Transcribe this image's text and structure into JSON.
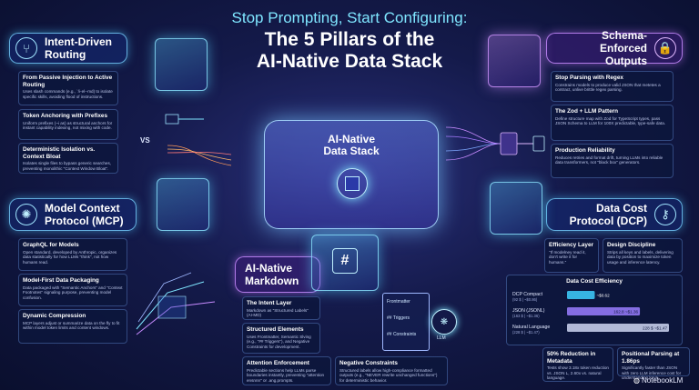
{
  "title": {
    "line1": "Stop Prompting, Start Configuring:",
    "line2a": "The 5 Pillars of the",
    "line2b": "AI-Native Data Stack"
  },
  "center": {
    "label_line1": "AI-Native",
    "label_line2": "Data Stack"
  },
  "pillars": {
    "routing": {
      "title_line1": "Intent-Driven",
      "title_line2": "Routing",
      "icon": "branch-icon",
      "cards": [
        {
          "h": "From Passive Injection to Active Routing",
          "b": "Uses slash commands (e.g., `/i-el--md) to isolate specific skills, avoiding flood of instructions."
        },
        {
          "h": "Token Anchoring with Prefixes",
          "b": "Uniform prefixes (~i as) as structural anchors for instant capability indexing, not mixing with code."
        },
        {
          "h": "Deterministic Isolation vs. Context Bloat",
          "b": "Isolates single files to bypass generic searches, preventing monolithic \"Context Window Bloat\"."
        }
      ],
      "vs": "VS"
    },
    "schema": {
      "title_line1": "Schema-Enforced",
      "title_line2": "Outputs",
      "icon": "lock-icon",
      "cards": [
        {
          "h": "Stop Parsing with Regex",
          "b": "Constrains models to produce valid JSON that metetes a contract, unlive brittle regex parsing."
        },
        {
          "h": "The Zod + LLM Pattern",
          "b": "Define structure map with Zod for TypeScript types, pass JSON Schema to LLM for 100X predictable, type-safe data."
        },
        {
          "h": "Production Reliability",
          "b": "Reduces retries and format drift, turning LLMs into reliable data transformers, not \"black box\" generators."
        }
      ]
    },
    "mcp": {
      "title_line1": "Model Context",
      "title_line2": "Protocol (MCP)",
      "icon": "network-icon",
      "cards": [
        {
          "h": "GraphQL for Models",
          "b": "Open standard, developed by Anthropic, organizes data statistically for how LLMs \"think\", not how humans read."
        },
        {
          "h": "Model-First Data Packaging",
          "b": "Data packaged with \"Semantic Anchors\" and \"Context Footnotes\" signaling purpose, preventing model confusion."
        },
        {
          "h": "Dynamic Compression",
          "b": "MCP layers adjust or summarize data on the fly to fit within model token limits and content windows."
        }
      ]
    },
    "dcp": {
      "title_line1": "Data Cost",
      "title_line2": "Protocol (DCP)",
      "icon": "key-icon",
      "cards": [
        {
          "h": "Efficiency Layer",
          "b": "\"If modelney read it, don't write it for humans.\""
        },
        {
          "h": "Design Discipline",
          "b": "Strips all keys and labels, delivering data by position to maximize token usage and inference latency."
        },
        {
          "h": "50% Reduction in Metadata",
          "b": "Tests show 3.18x token reduction vs. JSON L, 2.60x vs. natural language."
        },
        {
          "h": "Positional Parsing at 1.86ps",
          "b": "Significantly faster than JSON with zero LLM inference cost for understanding keys."
        }
      ],
      "chart_title": "Data Cost Efficiency"
    },
    "markdown": {
      "title_line1": "AI-Native",
      "title_line2": "Markdown",
      "icon": "hash-icon",
      "cards": [
        {
          "h": "The Intent Layer",
          "b": "Markdown as \"Structured Labels\" (AI-MD)"
        },
        {
          "h": "Structured Elements",
          "b": "Uses Frontmatter, Semantic Slving (e.g., \"## Triggers\"), and Negative Constraints for development."
        },
        {
          "h": "Attention Enforcement",
          "b": "Predictable sections help LLMs parse boundaries instantly, preventing \"attention ensnnn\" or .ang.prompts."
        },
        {
          "h": "Negative Constraints",
          "b": "Structured labels allow high-compliance formatted outputs (e.g., \"NEVER rewrite unchanged functions\") for deterministic behavior."
        }
      ],
      "doc_labels": [
        "Frontmatter",
        "## Triggers",
        "## Constraints"
      ],
      "llm": "LLM"
    }
  },
  "chart_data": {
    "type": "bar",
    "title": "Data Cost Efficiency",
    "categories": [
      "DCP Compact",
      "JSON (JSONL)",
      "Natural Language"
    ],
    "category_sublabels": [
      "(92 $ | ~$0.86)",
      "(163 $ | ~$1.36)",
      "(228 $ | ~$1.47)"
    ],
    "values": [
      62,
      163,
      228
    ],
    "value_labels": [
      "~$0.62",
      "162.8 ~$1.36",
      "228 $ ~$1.47"
    ],
    "colors": [
      "#3fd0ff",
      "#9a7dff",
      "#cfd6f2"
    ]
  },
  "footer": {
    "brand": "NotebookLM",
    "icon": "notebook-icon"
  }
}
